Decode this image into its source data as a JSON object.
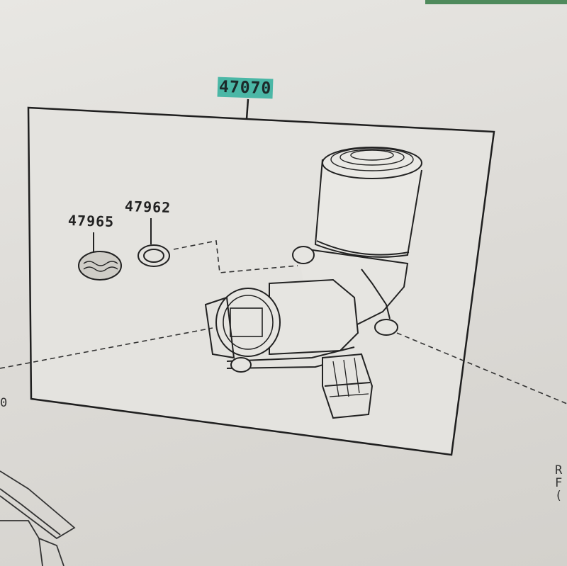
{
  "diagram": {
    "main_part_number": "47070",
    "sub_parts": [
      {
        "number": "47962"
      },
      {
        "number": "47965"
      }
    ],
    "edge_text_left": "0",
    "edge_text_right": [
      "R",
      "F",
      "("
    ]
  },
  "colors": {
    "highlight": "#4bb7a6",
    "paper": "#e6e5e1",
    "ink": "#2a2a2a"
  }
}
